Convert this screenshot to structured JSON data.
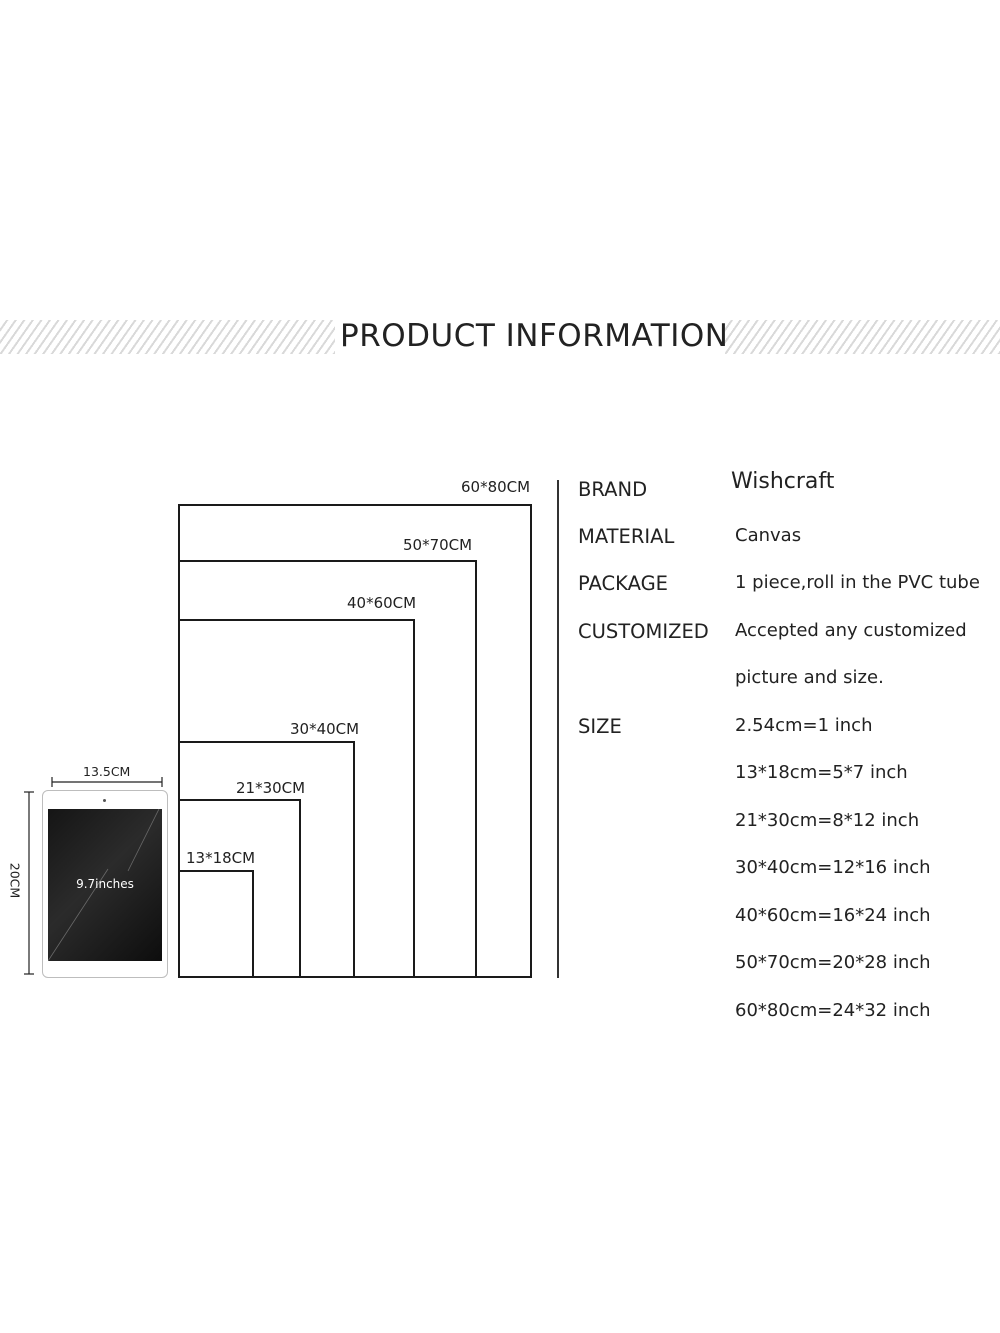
{
  "header": {
    "title": "PRODUCT INFORMATION"
  },
  "size_chart": {
    "boxes": [
      {
        "label": "60*80CM",
        "width_cm": 60,
        "height_cm": 80
      },
      {
        "label": "50*70CM",
        "width_cm": 50,
        "height_cm": 70
      },
      {
        "label": "40*60CM",
        "width_cm": 40,
        "height_cm": 60
      },
      {
        "label": "30*40CM",
        "width_cm": 30,
        "height_cm": 40
      },
      {
        "label": "21*30CM",
        "width_cm": 21,
        "height_cm": 30
      },
      {
        "label": "13*18CM",
        "width_cm": 13,
        "height_cm": 18
      }
    ]
  },
  "tablet": {
    "screen_caption": "9.7inches",
    "width_label": "13.5CM",
    "height_label": "20CM"
  },
  "specs": {
    "brand": {
      "key": "BRAND",
      "value": "Wishcraft"
    },
    "material": {
      "key": "MATERIAL",
      "value": "Canvas"
    },
    "package": {
      "key": "PACKAGE",
      "value": "1 piece,roll in the PVC tube"
    },
    "customized": {
      "key": "CUSTOMIZED",
      "value_line1": "Accepted any customized",
      "value_line2": "picture and size."
    },
    "size": {
      "key": "SIZE",
      "values": [
        "2.54cm=1 inch",
        "13*18cm=5*7 inch",
        "21*30cm=8*12 inch",
        "30*40cm=12*16 inch",
        "40*60cm=16*24 inch",
        "50*70cm=20*28 inch",
        "60*80cm=24*32 inch"
      ]
    }
  },
  "colors": {
    "line": "#1a1a1a",
    "text": "#222222",
    "stripe": "#d9d9d9",
    "tablet_screen": "#151515"
  }
}
